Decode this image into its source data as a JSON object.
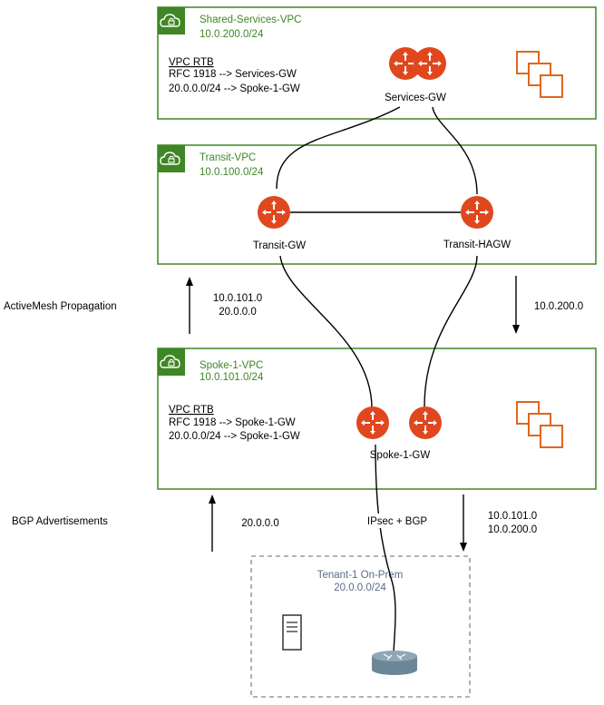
{
  "colors": {
    "vpc_green": "#3F8624",
    "router_orange": "#E0471E",
    "instance_orange": "#E0661D",
    "tenant_slate": "#5A6B86",
    "tenant_border": "#7D8998",
    "onprem_router": "#6B8797"
  },
  "vpcs": {
    "shared": {
      "name": "Shared-Services-VPC",
      "cidr": "10.0.200.0/24",
      "rtb_title": "VPC RTB",
      "rtb_routes": [
        "RFC 1918 --> Services-GW",
        "20.0.0.0/24 --> Spoke-1-GW"
      ],
      "gateway_label": "Services-GW"
    },
    "transit": {
      "name": "Transit-VPC",
      "cidr": "10.0.100.0/24",
      "gateway_primary": "Transit-GW",
      "gateway_ha": "Transit-HAGW"
    },
    "spoke": {
      "name": "Spoke-1-VPC",
      "cidr": "10.0.101.0/24",
      "rtb_title": "VPC RTB",
      "rtb_routes": [
        "RFC 1918 --> Spoke-1-GW",
        "20.0.0.0/24 --> Spoke-1-GW"
      ],
      "gateway_label": "Spoke-1-GW"
    }
  },
  "tenant": {
    "name": "Tenant-1 On-Prem",
    "cidr": "20.0.0.0/24"
  },
  "annotations": {
    "activemesh": "ActiveMesh Propagation",
    "activemesh_up": [
      "10.0.101.0",
      "20.0.0.0"
    ],
    "activemesh_down": "10.0.200.0",
    "bgp": "BGP Advertisements",
    "bgp_up": "20.0.0.0",
    "bgp_down": [
      "10.0.101.0",
      "10.0.200.0"
    ],
    "link": "IPsec + BGP"
  }
}
